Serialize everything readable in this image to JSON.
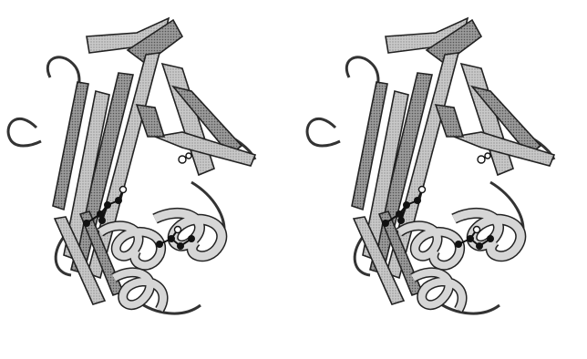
{
  "figure": {
    "description_visible_text": "",
    "panels": [
      "left-view",
      "right-view"
    ]
  },
  "colors": {
    "background": "#ffffff",
    "outline": "#2a2a2a",
    "strand_fill": "#bdbdbd",
    "helix_fill": "#d2d2d2",
    "dark_shade": "#7a7a7a",
    "atom_dark": "#111111",
    "atom_light": "#ffffff"
  },
  "icons": [
    "protein-ribbon-stereo-left",
    "protein-ribbon-stereo-right"
  ]
}
